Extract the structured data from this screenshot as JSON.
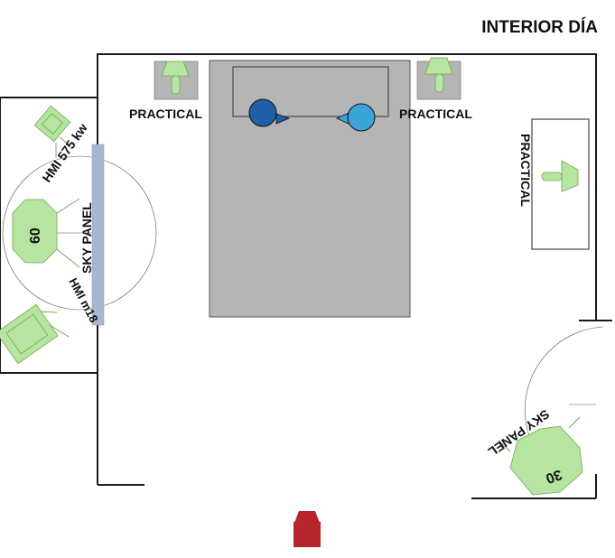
{
  "title": "INTERIOR DÍA",
  "labels": {
    "practical_left": "PRACTICAL",
    "practical_right": "PRACTICAL",
    "practical_side": "PRACTICAL",
    "hmi_575": "HMI 575 kw",
    "sky_panel_left": "SKY PANEL",
    "sky_panel_left_value": "60",
    "hmi_m18": "HMI m18",
    "sky_panel_right": "SKY PANEL",
    "sky_panel_right_value": "30"
  },
  "colors": {
    "bed": "#b5b5b5",
    "fixture_fill": "#b7e4a0",
    "fixture_stroke": "#6faa55",
    "actor_dark": "#1f5fa8",
    "actor_light": "#3aa3d8",
    "sky_panel_strip": "#a9b6cf",
    "camera": "#b5252a"
  }
}
